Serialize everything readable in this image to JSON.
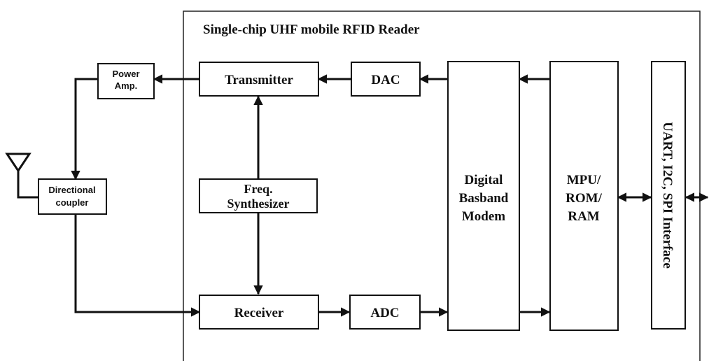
{
  "chip_title": "Single-chip UHF mobile RFID Reader",
  "blocks": {
    "power_amp": [
      "Power",
      "Amp."
    ],
    "directional_coupler": [
      "Directional",
      "coupler"
    ],
    "transmitter": "Transmitter",
    "dac": "DAC",
    "freq_synthesizer": [
      "Freq.",
      "Synthesizer"
    ],
    "receiver": "Receiver",
    "adc": "ADC",
    "digital_modem": [
      "Digital",
      "Basband",
      "Modem"
    ],
    "mpu": [
      "MPU/",
      "ROM/",
      "RAM"
    ],
    "interface": "UART, I2C, SPI Interface"
  }
}
